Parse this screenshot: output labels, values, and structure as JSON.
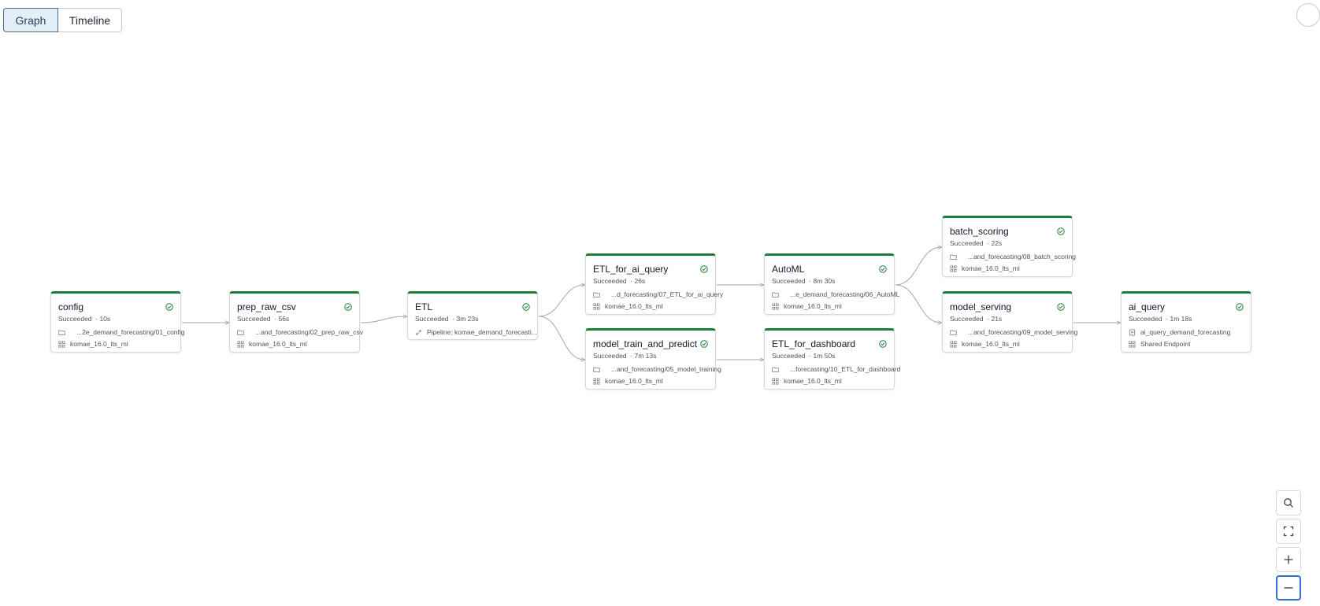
{
  "toolbar": {
    "graph_label": "Graph",
    "timeline_label": "Timeline"
  },
  "colors": {
    "success": "#1a7f37",
    "edge": "#9aa9b8",
    "selected_toggle_bg": "#e3eef7"
  },
  "tasks": [
    {
      "id": "config",
      "name": "config",
      "status": "Succeeded",
      "duration": "· 10s",
      "row1_icon": "folder-icon",
      "row1": "...2e_demand_forecasting/01_config",
      "row2_icon": "cluster-icon",
      "row2": "komae_16.0_lts_ml"
    },
    {
      "id": "prep_raw_csv",
      "name": "prep_raw_csv",
      "status": "Succeeded",
      "duration": "· 56s",
      "row1_icon": "folder-icon",
      "row1": "...and_forecasting/02_prep_raw_csv",
      "row2_icon": "cluster-icon",
      "row2": "komae_16.0_lts_ml"
    },
    {
      "id": "etl",
      "name": "ETL",
      "status": "Succeeded",
      "duration": "· 3m 23s",
      "row1_icon": "pipeline-icon",
      "row1": "Pipeline: komae_demand_forecasti..."
    },
    {
      "id": "etl_for_ai_query",
      "name": "ETL_for_ai_query",
      "status": "Succeeded",
      "duration": "· 26s",
      "row1_icon": "folder-icon",
      "row1": "...d_forecasting/07_ETL_for_ai_query",
      "row2_icon": "cluster-icon",
      "row2": "komae_16.0_lts_ml"
    },
    {
      "id": "model_train_and_predict",
      "name": "model_train_and_predict",
      "status": "Succeeded",
      "duration": "· 7m 13s",
      "row1_icon": "folder-icon",
      "row1": "...and_forecasting/05_model_training",
      "row2_icon": "cluster-icon",
      "row2": "komae_16.0_lts_ml"
    },
    {
      "id": "automl",
      "name": "AutoML",
      "status": "Succeeded",
      "duration": "· 8m 30s",
      "row1_icon": "folder-icon",
      "row1": "...e_demand_forecasting/06_AutoML",
      "row2_icon": "cluster-icon",
      "row2": "komae_16.0_lts_ml"
    },
    {
      "id": "etl_for_dashboard",
      "name": "ETL_for_dashboard",
      "status": "Succeeded",
      "duration": "· 1m 50s",
      "row1_icon": "folder-icon",
      "row1": "...forecasting/10_ETL_for_dashboard",
      "row2_icon": "cluster-icon",
      "row2": "komae_16.0_lts_ml"
    },
    {
      "id": "batch_scoring",
      "name": "batch_scoring",
      "status": "Succeeded",
      "duration": "· 22s",
      "row1_icon": "folder-icon",
      "row1": "...and_forecasting/08_batch_scoring",
      "row2_icon": "cluster-icon",
      "row2": "komae_16.0_lts_ml"
    },
    {
      "id": "model_serving",
      "name": "model_serving",
      "status": "Succeeded",
      "duration": "· 21s",
      "row1_icon": "folder-icon",
      "row1": "...and_forecasting/09_model_serving",
      "row2_icon": "cluster-icon",
      "row2": "komae_16.0_lts_ml"
    },
    {
      "id": "ai_query",
      "name": "ai_query",
      "status": "Succeeded",
      "duration": "· 1m 18s",
      "row1_icon": "query-icon",
      "row1": "ai_query_demand_forecasting",
      "row2_icon": "cluster-icon",
      "row2": "Shared Endpoint"
    }
  ],
  "controls": [
    {
      "name": "search-button",
      "icon": "search-icon"
    },
    {
      "name": "fit-view-button",
      "icon": "fit-view-icon"
    },
    {
      "name": "zoom-in-button",
      "icon": "plus-icon"
    },
    {
      "name": "zoom-out-button",
      "icon": "minus-icon"
    }
  ]
}
